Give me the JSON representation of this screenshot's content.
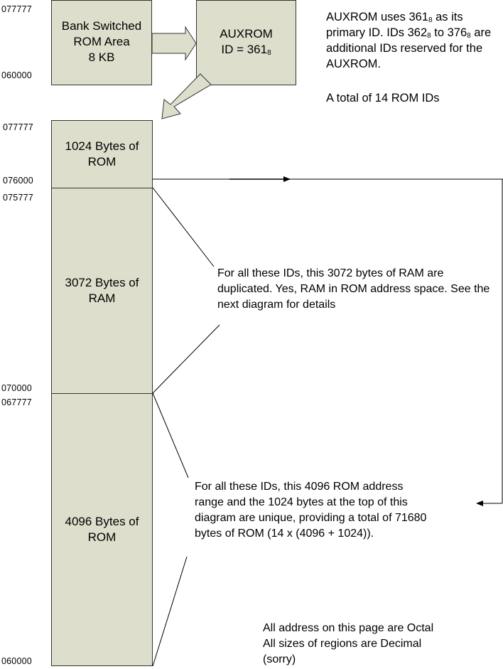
{
  "top_section": {
    "address_top": "077777",
    "address_bottom": "060000",
    "bank_box": {
      "line1": "Bank Switched",
      "line2": "ROM Area",
      "line3": "8 KB"
    },
    "auxrom_box": {
      "line1": "AUXROM",
      "id_prefix": "ID = 361",
      "id_subscript": "8"
    }
  },
  "id_note": {
    "part1": "AUXROM uses 361",
    "sub1": "8",
    "part2": " as its primary ID. IDs 362",
    "sub2": "8",
    "part3": " to 376",
    "sub3": "8",
    "part4": " are additional IDs reserved for the AUXROM.",
    "total": "A total of 14 ROM IDs"
  },
  "memory_map": {
    "regions": [
      {
        "label_line1": "1024 Bytes of",
        "label_line2": "ROM",
        "addr_top": "077777",
        "addr_bottom": "076000"
      },
      {
        "label_line1": "3072 Bytes of",
        "label_line2": "RAM",
        "addr_top": "075777",
        "addr_bottom": "070000"
      },
      {
        "label_line1": "4096 Bytes of",
        "label_line2": "ROM",
        "addr_top": "067777",
        "addr_bottom": "060000"
      }
    ]
  },
  "ram_note": "For all these IDs, this 3072 bytes of RAM are duplicated. Yes, RAM in ROM address space. See the next diagram for details",
  "rom_note": "For all these IDs, this 4096 ROM address range and the 1024 bytes at the top of this diagram are unique, providing a total of 71680 bytes of ROM (14 x (4096 + 1024)).",
  "footer_note": {
    "line1": "All address on this page are Octal",
    "line2": "All sizes of regions are Decimal",
    "line3": "(sorry)"
  }
}
